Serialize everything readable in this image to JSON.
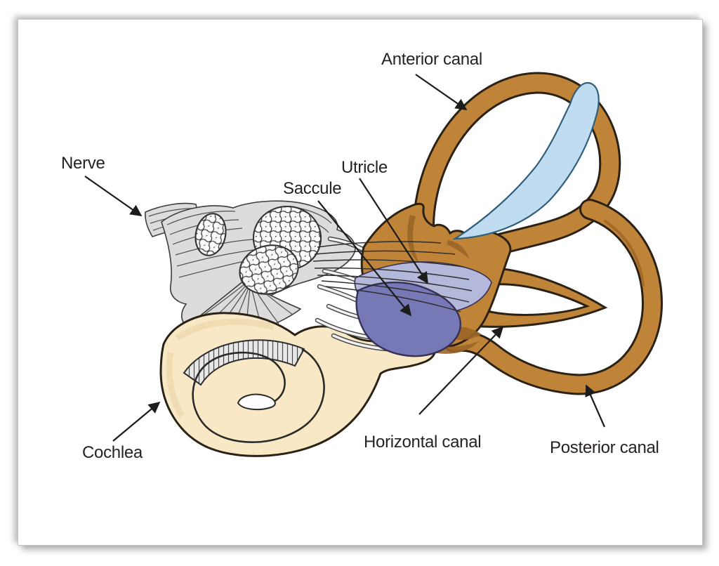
{
  "figure": {
    "type": "anatomical-diagram",
    "subject": "inner ear (cochlea and vestibular system)"
  },
  "labels": {
    "anterior_canal": "Anterior canal",
    "nerve": "Nerve",
    "utricle": "Utricle",
    "saccule": "Saccule",
    "cochlea": "Cochlea",
    "horizontal_canal": "Horizontal canal",
    "posterior_canal": "Posterior canal"
  },
  "colors": {
    "canal_fill": "#c08438",
    "canal_shadow": "#9a6527",
    "outline": "#2b2115",
    "utricle_fill": "#b4b8db",
    "saccule_fill": "#7679b5",
    "membrane_outline": "#353055",
    "cupula_fill": "#bfdcf0",
    "cupula_outline": "#2f5d7c",
    "cochlea_fill": "#f8e8c5",
    "cochlea_shade": "#ecd8ab",
    "nerve_fill": "#dcdcdd",
    "nerve_line": "#4f4f4f",
    "label_text": "#262223",
    "arrow": "#1c1c1c",
    "page_bg": "#ffffff"
  }
}
